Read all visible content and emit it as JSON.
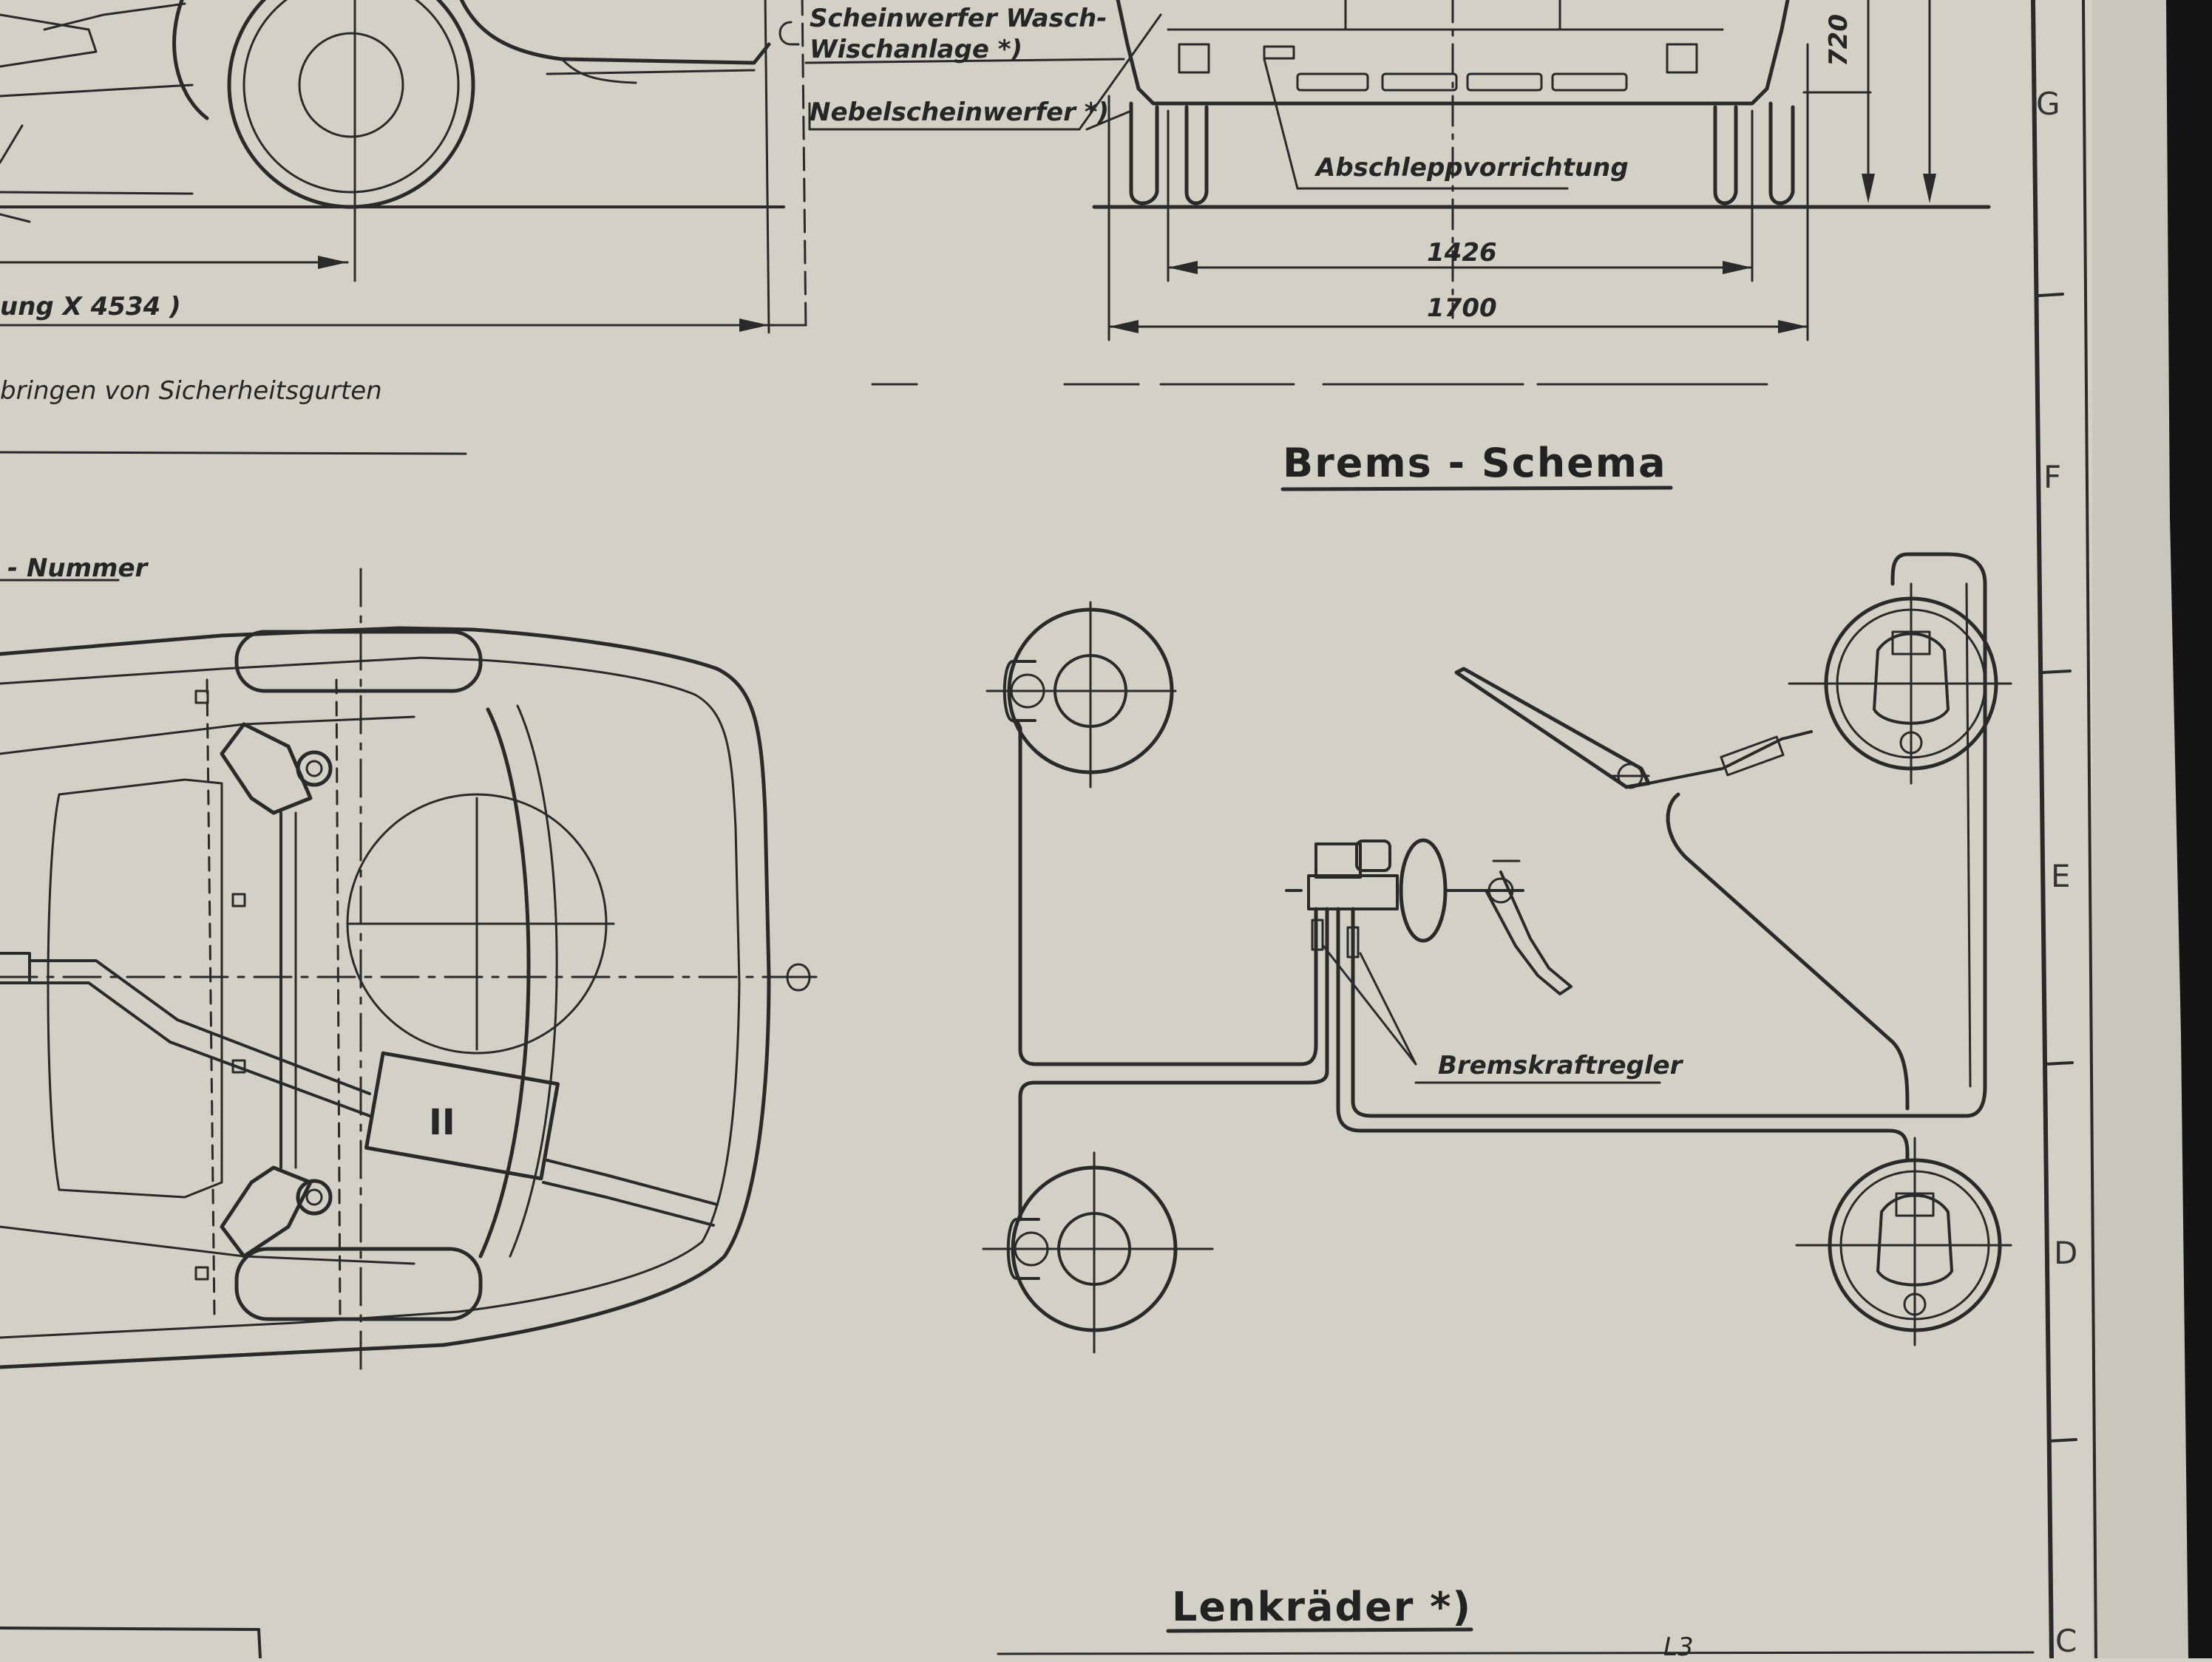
{
  "labels": {
    "headlamp_washer": "Scheinwerfer Wasch-",
    "headlamp_washer_2": "Wischanlage *)",
    "fog_lamp": "Nebelscheinwerfer *)",
    "towing_device": "Abschleppvorrichtung",
    "drawing_ref": "ung X 4534 )",
    "seatbelt_note": "bringen von Sicherheitsgurten",
    "number_label": "- Nummer",
    "brake_regulator": "Bremskraftregler",
    "rear_axle_mark": "II"
  },
  "dimensions": {
    "track": "1426",
    "width": "1700",
    "height": "720"
  },
  "titles": {
    "brake_schema": "Brems - Schema",
    "steering_wheels": "Lenkräder *)",
    "steering_variant": "L3"
  },
  "border_zones": [
    "G",
    "F",
    "E",
    "D",
    "C"
  ],
  "colors": {
    "paper": "#d3d0c6",
    "ink": "#262626",
    "background_dark": "#141414"
  }
}
